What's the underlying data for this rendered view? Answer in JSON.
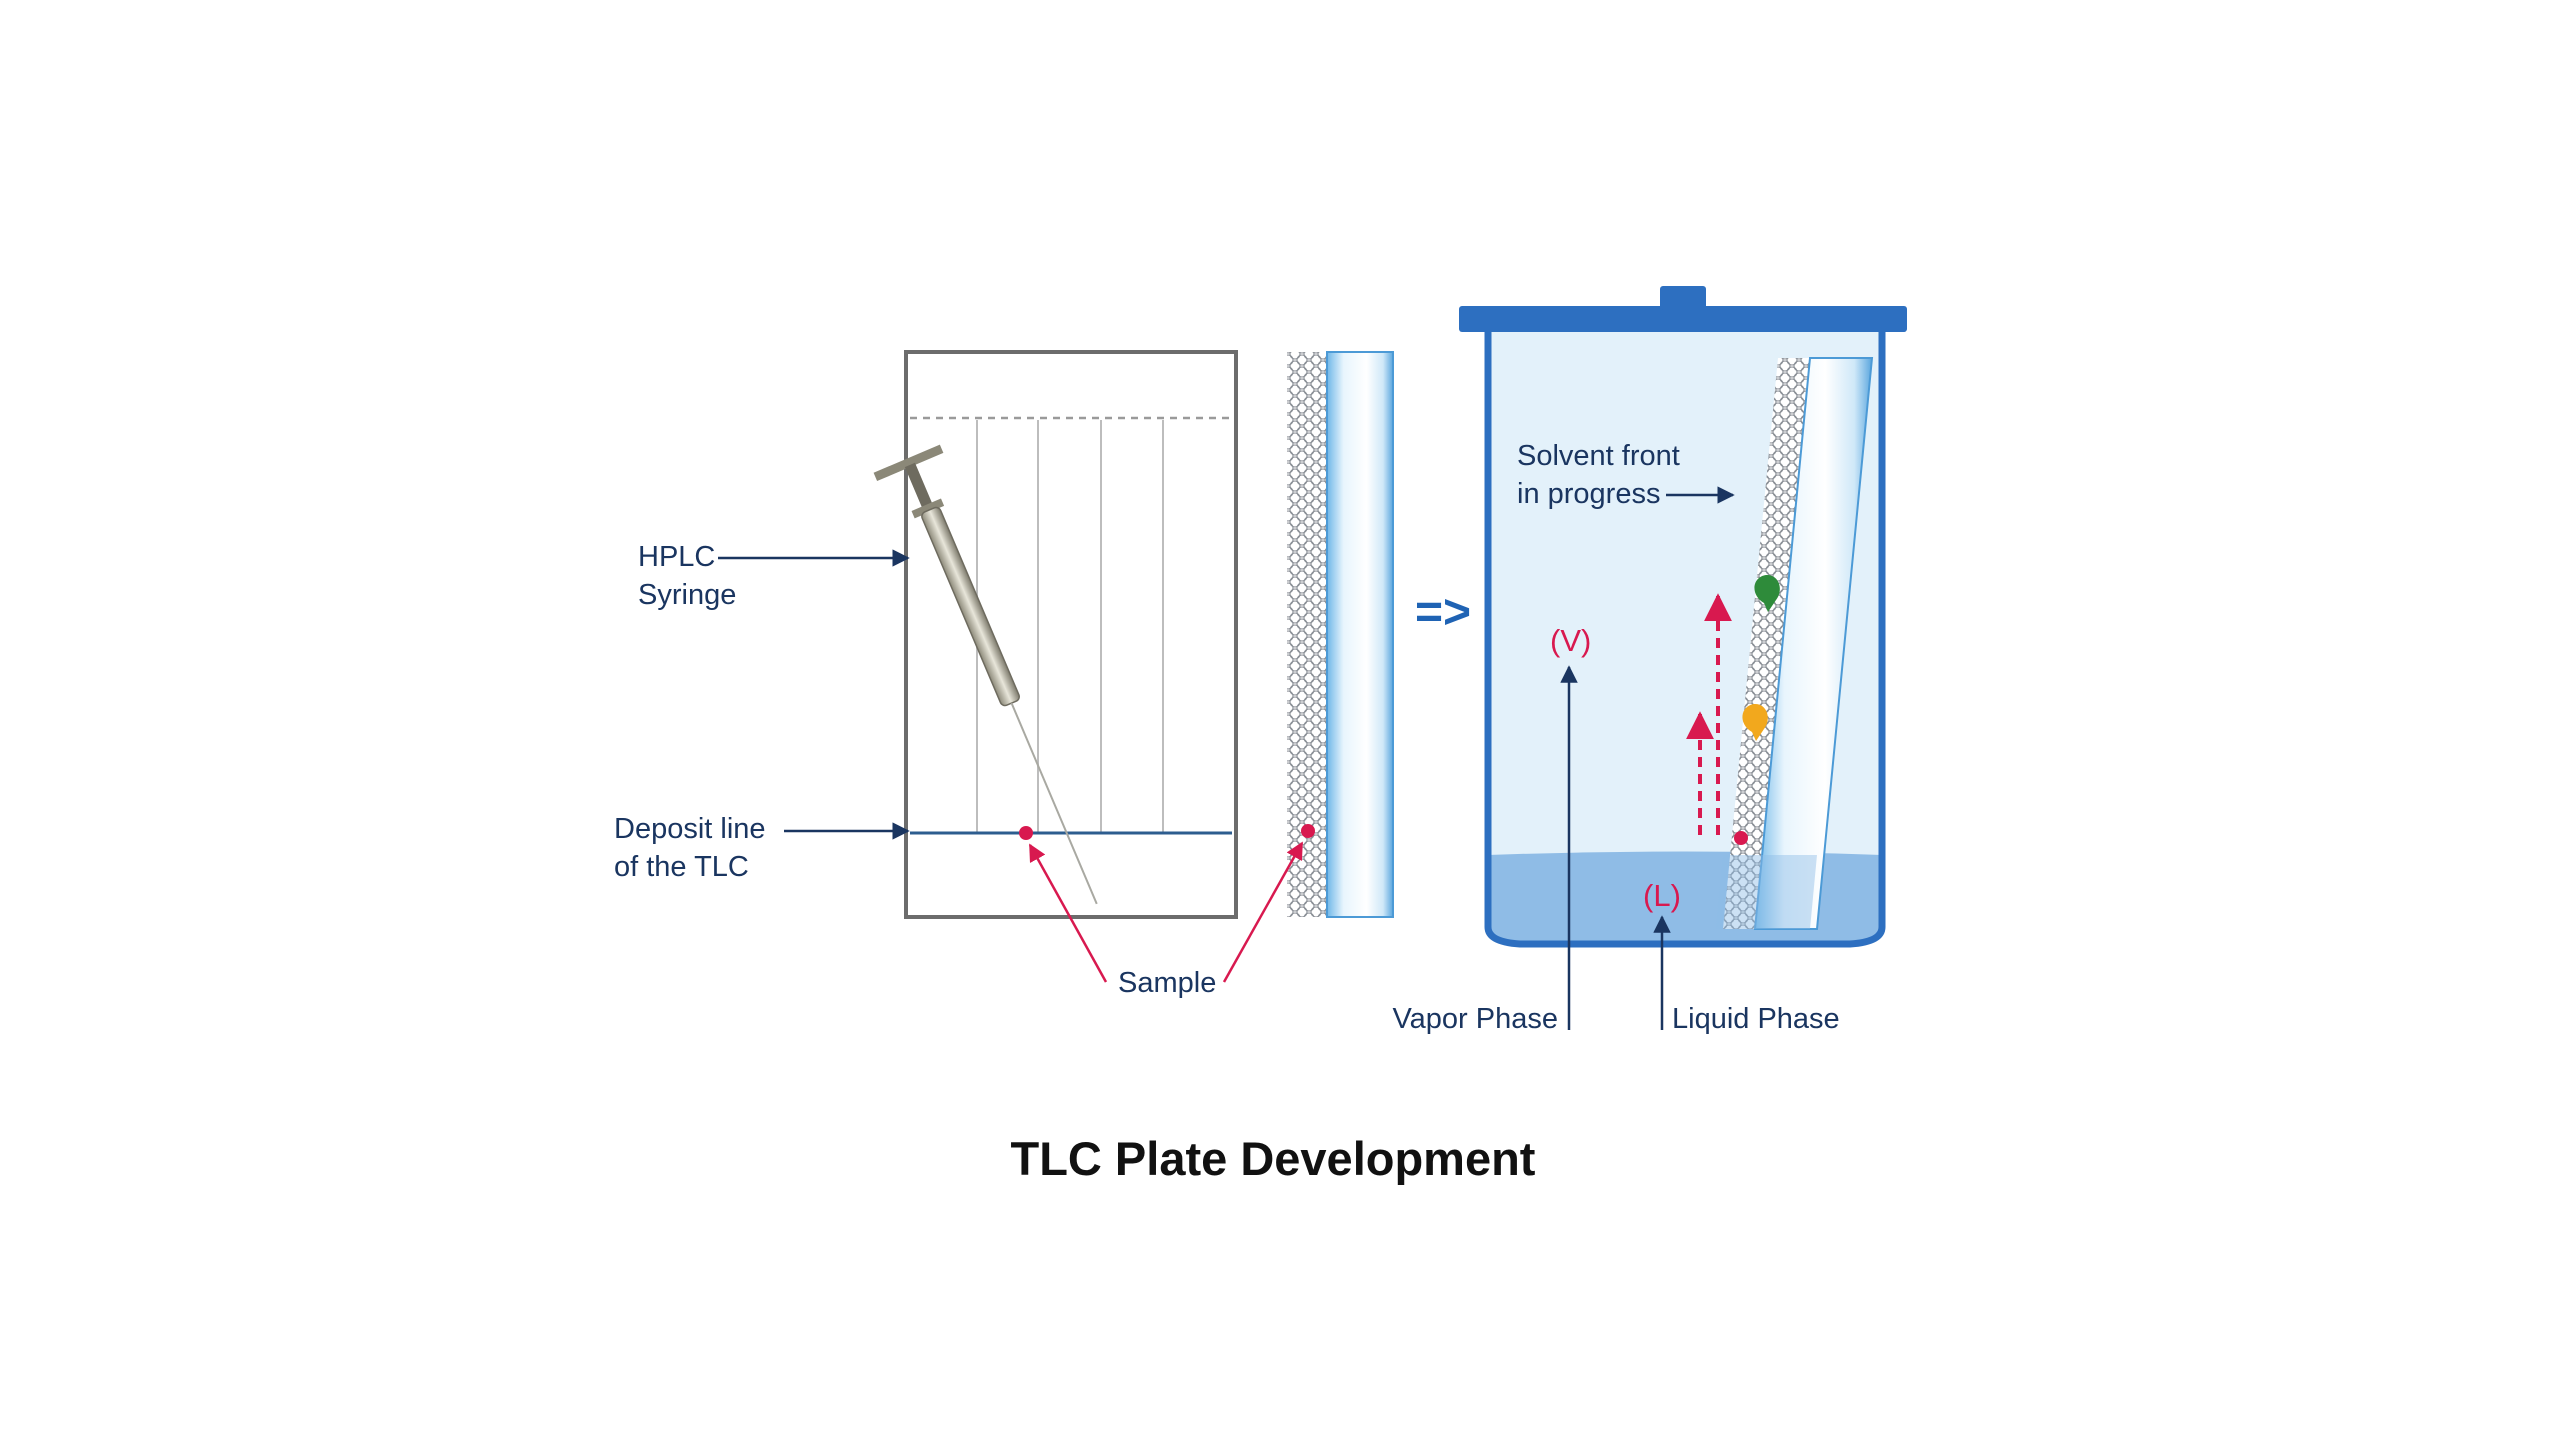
{
  "labels": {
    "hplc_line1": "HPLC",
    "hplc_line2": "Syringe",
    "deposit_line1": "Deposit line",
    "deposit_line2": "of the TLC",
    "sample": "Sample",
    "transition_arrow": "=>",
    "solvent_line1": "Solvent front",
    "solvent_line2": "in progress",
    "vapor_marker": "(V)",
    "liquid_marker": "(L)",
    "vapor_phase": "Vapor Phase",
    "liquid_phase": "Liquid Phase"
  },
  "caption": "TLC Plate Development",
  "colors": {
    "navy_label": "#1a3560",
    "sample_magenta": "#d8194f",
    "tank_blue": "#2d6fc0",
    "tank_fill": "#e3f1fa",
    "liquid": "#8fbce6",
    "spot_green": "#2e8b3a",
    "spot_orange": "#f2a81d"
  },
  "icons": [
    "syringe-icon",
    "arrow-right-icon"
  ]
}
